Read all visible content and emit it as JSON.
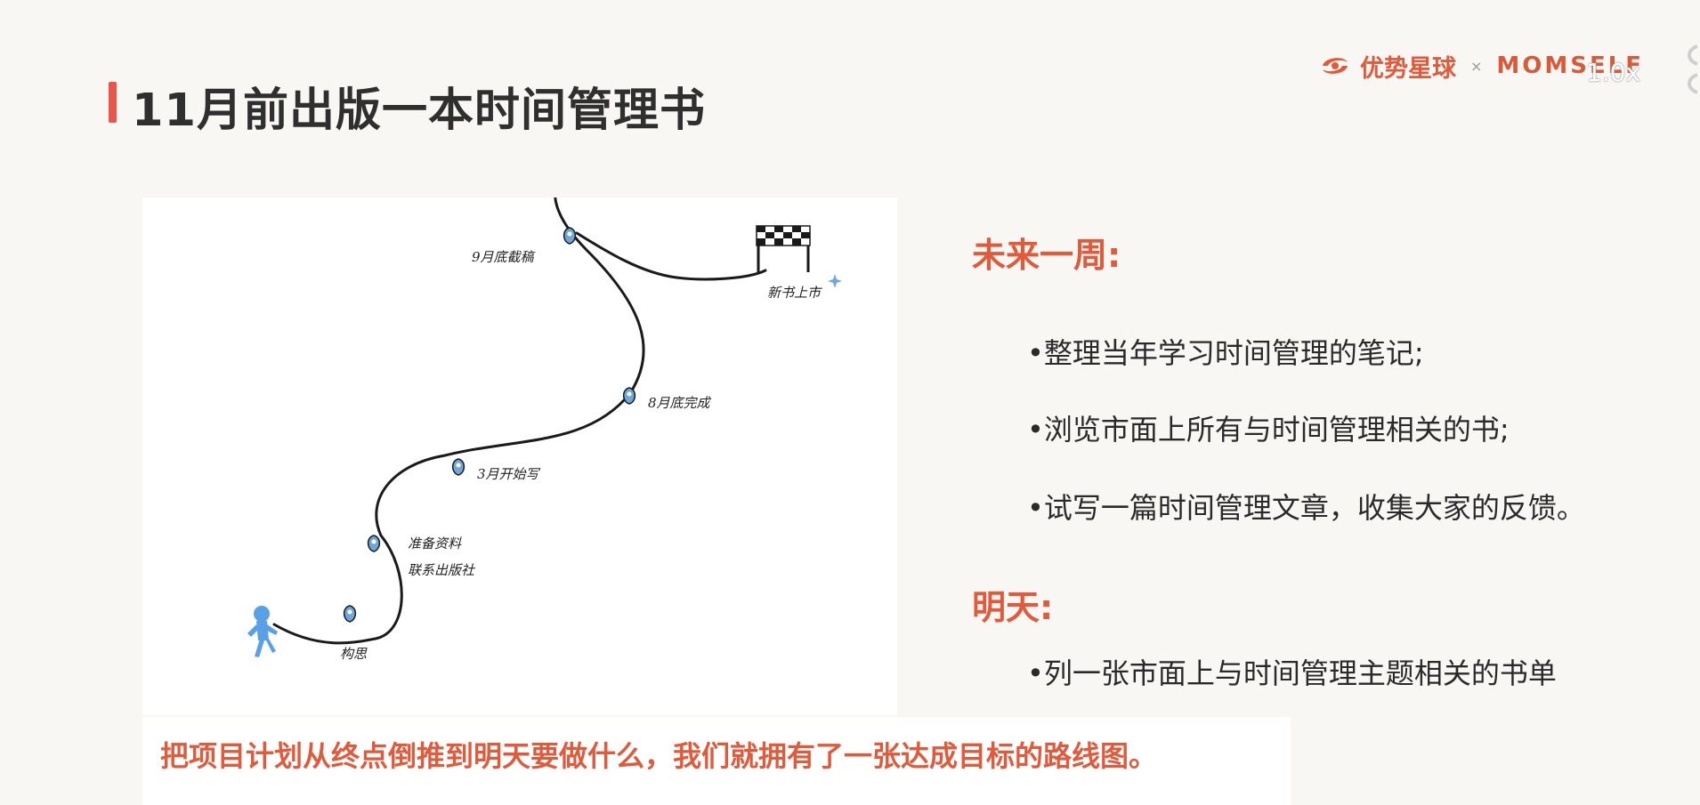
{
  "colors": {
    "accent": "#e05a3c",
    "title_bar": "#e8564a",
    "route_line": "#1a1a1a",
    "pin": "#6fa8d8",
    "runner": "#5aa0e6"
  },
  "header": {
    "title": "11月前出版一本时间管理书"
  },
  "brand": {
    "name_cn": "优势星球",
    "separator": "×",
    "name_en": "MOMSELF"
  },
  "player": {
    "speed": "1.0x"
  },
  "roadmap": {
    "milestones": [
      {
        "label": "构思"
      },
      {
        "label": "准备资料"
      },
      {
        "label": "联系出版社"
      },
      {
        "label": "3月开始写"
      },
      {
        "label": "8月底完成"
      },
      {
        "label": "9月底截稿"
      },
      {
        "label": "新书上市"
      }
    ]
  },
  "week": {
    "heading": "未来一周:",
    "items": [
      "•整理当年学习时间管理的笔记;",
      "•浏览市面上所有与时间管理相关的书;",
      "•试写一篇时间管理文章，收集大家的反馈。"
    ]
  },
  "tomorrow": {
    "heading": "明天:",
    "items": [
      "•列一张市面上与时间管理主题相关的书单"
    ]
  },
  "summary": "把项目计划从终点倒推到明天要做什么，我们就拥有了一张达成目标的路线图。"
}
